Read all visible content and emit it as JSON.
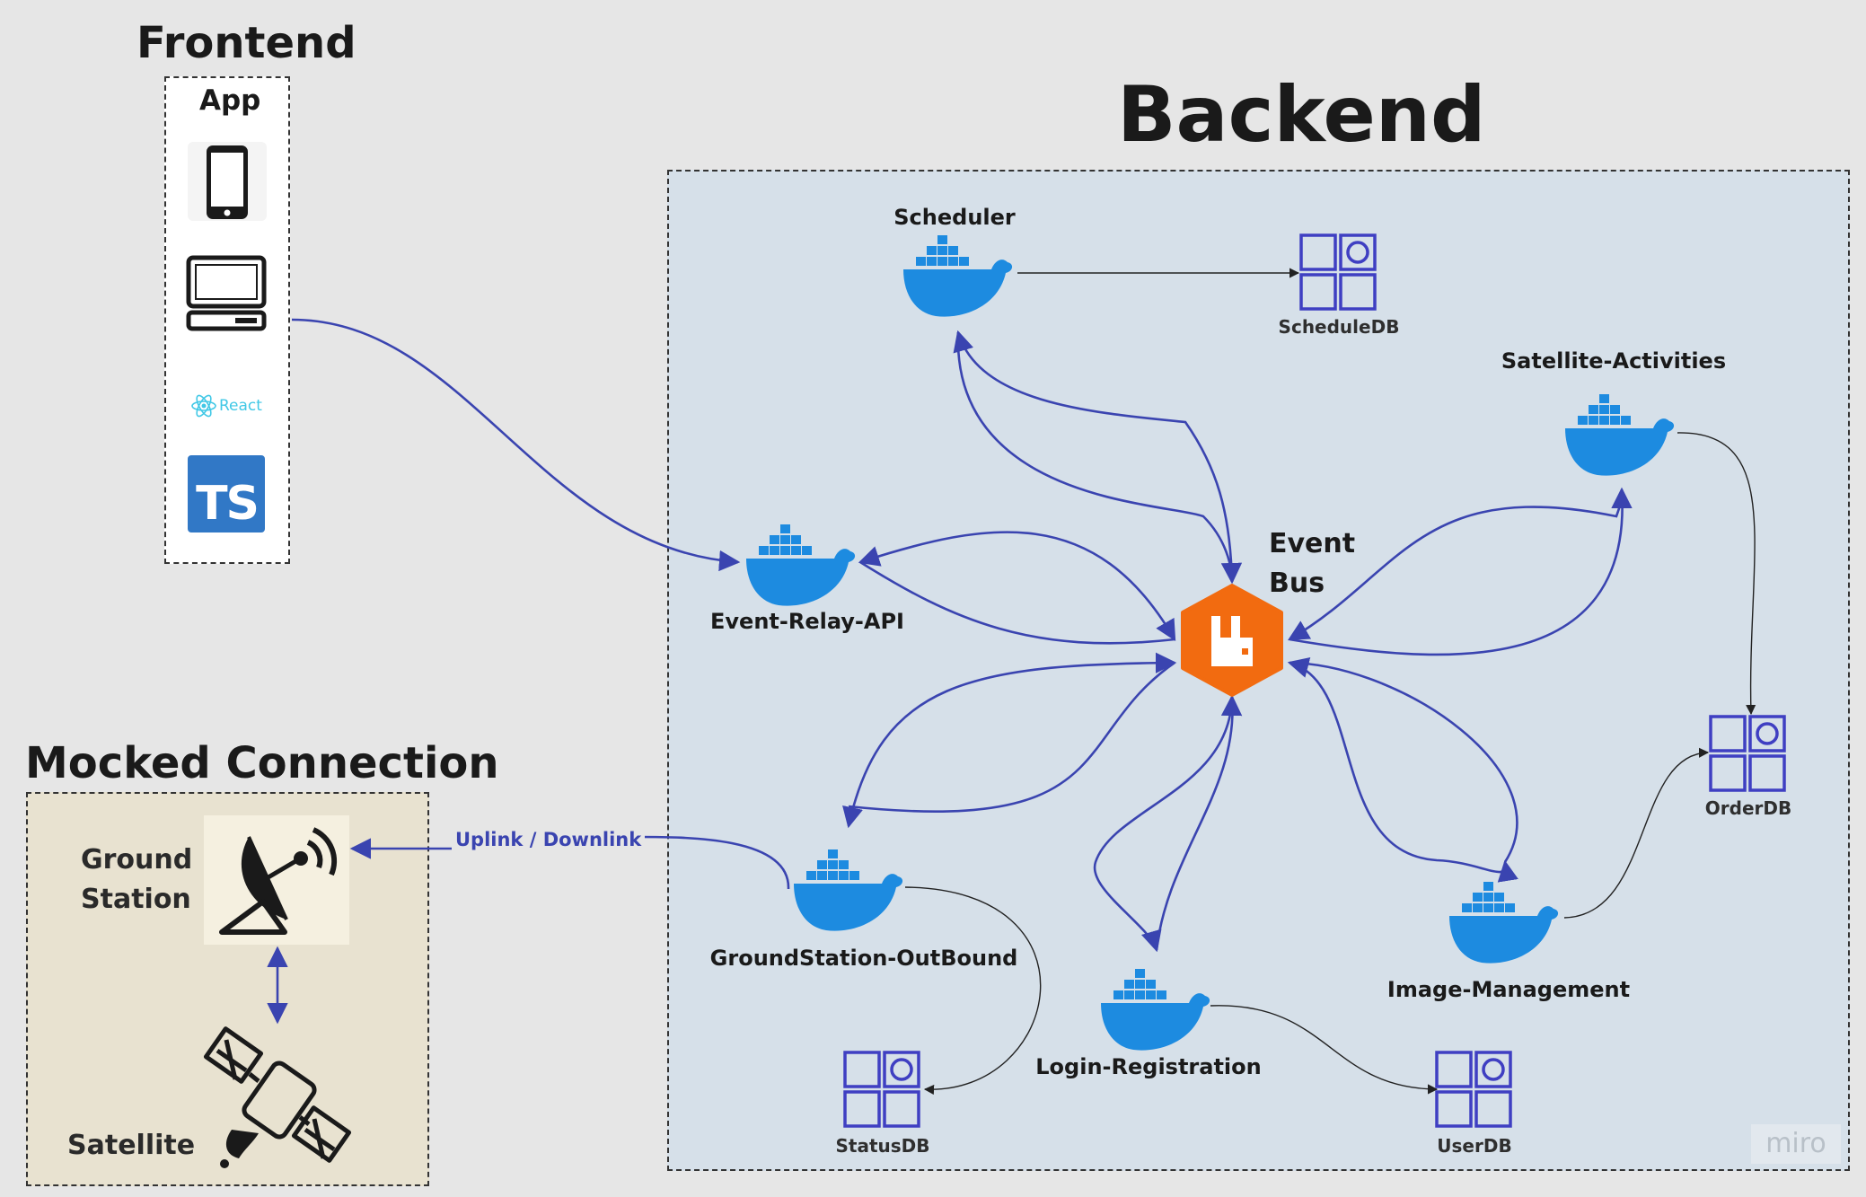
{
  "frontend": {
    "title": "Frontend",
    "app_label": "App",
    "react_label": "React",
    "ts_label": "TS"
  },
  "backend": {
    "title": "Backend"
  },
  "mocked": {
    "title": "Mocked Connection",
    "ground_station": "Ground Station",
    "satellite": "Satellite"
  },
  "services": {
    "scheduler": "Scheduler",
    "event_relay": "Event-Relay-API",
    "satellite_activities": "Satellite-Activities",
    "event_bus": "Event Bus",
    "groundstation_outbound": "GroundStation-OutBound",
    "login_registration": "Login-Registration",
    "image_management": "Image-Management"
  },
  "databases": {
    "schedule": "ScheduleDB",
    "order": "OrderDB",
    "status": "StatusDB",
    "user": "UserDB"
  },
  "edges": {
    "uplink": "Uplink / Downlink"
  },
  "watermark": "miro",
  "colors": {
    "background": "#e6e6e6",
    "backend_fill": "#d6e0e9",
    "mocked_fill": "#e8e2d0",
    "edge_blue": "#3a44b0",
    "docker_blue": "#1d8be0",
    "db_outline": "#3f3fc2",
    "eventbus_orange": "#f26b10",
    "ts_blue": "#3178c6",
    "react_cyan": "#41c8e6"
  }
}
